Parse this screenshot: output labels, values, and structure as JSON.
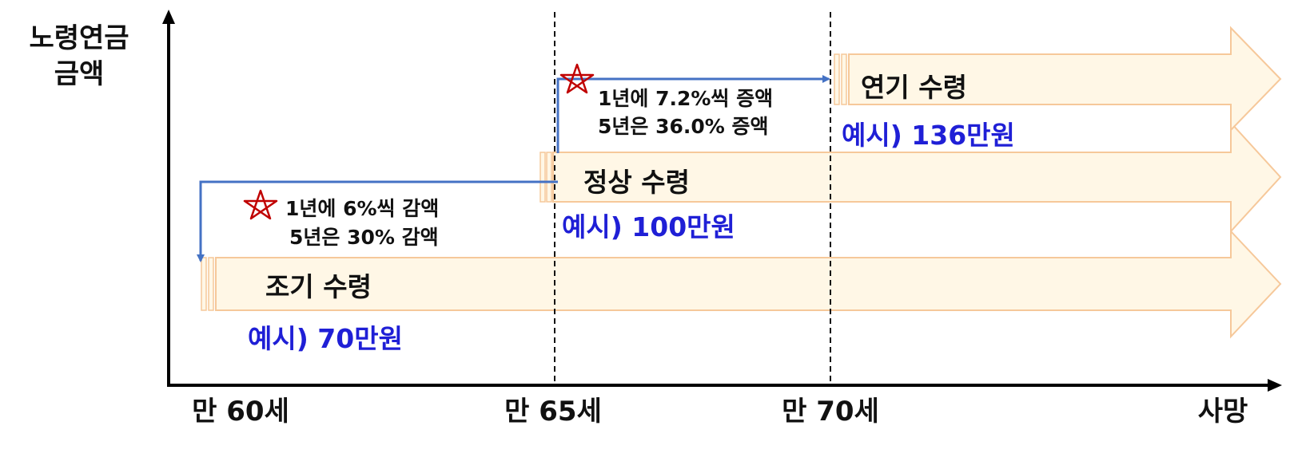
{
  "axis": {
    "y_label_line1": "노령연금",
    "y_label_line2": "금액",
    "x_ticks": [
      "만 60세",
      "만 65세",
      "만 70세",
      "사망"
    ]
  },
  "bands": {
    "early": {
      "label": "조기 수령",
      "example": "예시) 70만원"
    },
    "normal": {
      "label": "정상 수령",
      "example": "예시) 100만원"
    },
    "deferred": {
      "label": "연기 수령",
      "example": "예시) 136만원"
    }
  },
  "notes": {
    "decrease_line1": "1년에 6%씩 감액",
    "decrease_line2": "5년은 30% 감액",
    "increase_line1": "1년에 7.2%씩 증액",
    "increase_line2": "5년은 36.0%  증액"
  },
  "colors": {
    "band_fill": "#fff7e6",
    "band_stroke": "#f6c89a",
    "arrow": "#4472c4",
    "example_text": "#1f1fd6",
    "star": "#c00000"
  }
}
